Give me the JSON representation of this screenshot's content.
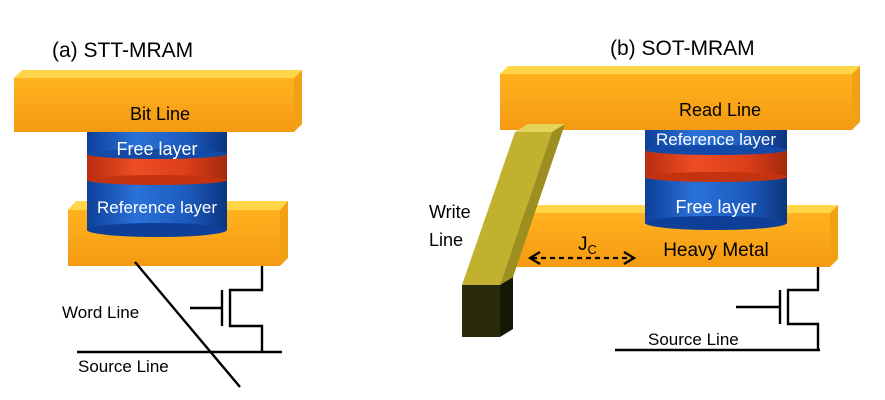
{
  "panel_a": {
    "title": "(a) STT-MRAM",
    "bit_line": "Bit Line",
    "free_layer": "Free layer",
    "reference_layer": "Reference layer",
    "word_line": "Word Line",
    "source_line": "Source Line"
  },
  "panel_b": {
    "title": "(b) SOT-MRAM",
    "read_line": "Read Line",
    "reference_layer": "Reference layer",
    "free_layer": "Free layer",
    "write_line_1": "Write",
    "write_line_2": "Line",
    "current_symbol": "J",
    "current_subscript": "C",
    "heavy_metal": "Heavy Metal",
    "source_line": "Source Line"
  },
  "colors": {
    "electrode_orange": "#f7a81b",
    "electrode_highlight": "#ffd04a",
    "layer_blue": "#1e5fc4",
    "barrier_red": "#e0401c",
    "write_line_olive": "#c9b832",
    "wire_black": "#000000"
  }
}
